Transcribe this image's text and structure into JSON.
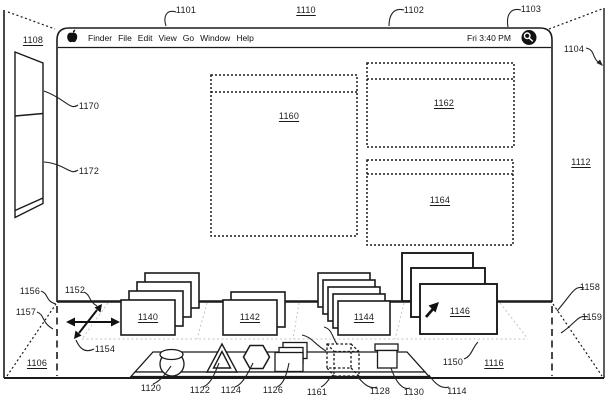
{
  "menu_bar": {
    "menus": [
      "Finder",
      "File",
      "Edit",
      "View",
      "Go",
      "Window",
      "Help"
    ],
    "clock": "Fri 3:40 PM"
  },
  "icons": {
    "apple_logo": "apple-logo",
    "spotlight": "magnifying-glass-in-circle",
    "cursor": "northeast-arrow-pointer",
    "move_arrows": "crossed-double-headed-arrows"
  },
  "colors": {
    "ink": "#1a1a1a",
    "faint_floor_line": "#c4c4c4",
    "background": "#ffffff"
  },
  "ref_labels": [
    {
      "id": "1101",
      "text": "1101",
      "underline": false
    },
    {
      "id": "1110",
      "text": "1110",
      "underline": true
    },
    {
      "id": "1102",
      "text": "1102",
      "underline": false
    },
    {
      "id": "1103",
      "text": "1103",
      "underline": false
    },
    {
      "id": "1108",
      "text": "1108",
      "underline": true
    },
    {
      "id": "1104",
      "text": "1104",
      "underline": false
    },
    {
      "id": "1170",
      "text": "1170",
      "underline": false
    },
    {
      "id": "1172",
      "text": "1172",
      "underline": false
    },
    {
      "id": "1112",
      "text": "1112",
      "underline": true
    },
    {
      "id": "1160",
      "text": "1160",
      "underline": true
    },
    {
      "id": "1162",
      "text": "1162",
      "underline": true
    },
    {
      "id": "1164",
      "text": "1164",
      "underline": true
    },
    {
      "id": "1156",
      "text": "1156",
      "underline": false
    },
    {
      "id": "1157",
      "text": "1157",
      "underline": false
    },
    {
      "id": "1152",
      "text": "1152",
      "underline": false
    },
    {
      "id": "1154",
      "text": "1154",
      "underline": false
    },
    {
      "id": "1140",
      "text": "1140",
      "underline": true
    },
    {
      "id": "1142",
      "text": "1142",
      "underline": true
    },
    {
      "id": "1144",
      "text": "1144",
      "underline": true
    },
    {
      "id": "1146",
      "text": "1146",
      "underline": true
    },
    {
      "id": "1158",
      "text": "1158",
      "underline": false
    },
    {
      "id": "1159",
      "text": "1159",
      "underline": false
    },
    {
      "id": "1106",
      "text": "1106",
      "underline": true
    },
    {
      "id": "1116",
      "text": "1116",
      "underline": true
    },
    {
      "id": "1150",
      "text": "1150",
      "underline": false
    },
    {
      "id": "1120",
      "text": "1120",
      "underline": false
    },
    {
      "id": "1122",
      "text": "1122",
      "underline": false
    },
    {
      "id": "1124",
      "text": "1124",
      "underline": false
    },
    {
      "id": "1126",
      "text": "1126",
      "underline": false
    },
    {
      "id": "1161",
      "text": "1161",
      "underline": false
    },
    {
      "id": "1128",
      "text": "1128",
      "underline": false
    },
    {
      "id": "1130",
      "text": "1130",
      "underline": false
    },
    {
      "id": "1114",
      "text": "1114",
      "underline": false
    }
  ]
}
